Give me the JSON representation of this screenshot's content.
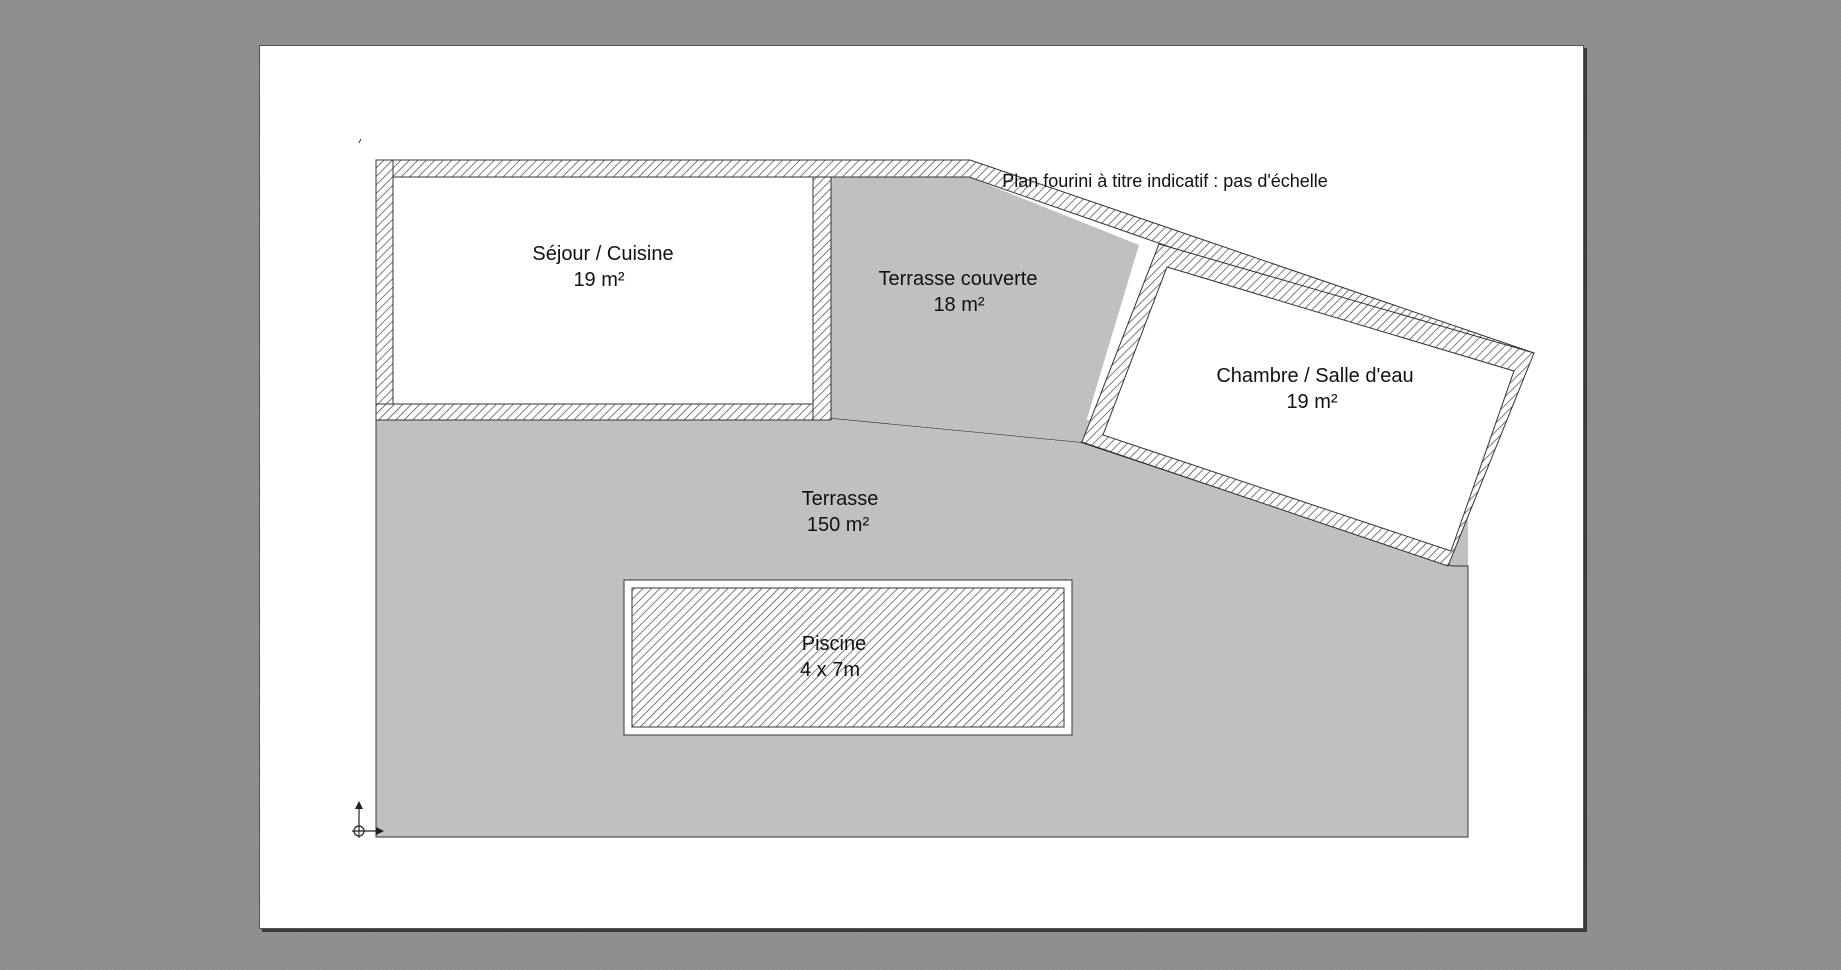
{
  "note": "Plan fourini à titre indicatif : pas d'échelle",
  "rooms": {
    "sejour": {
      "name": "Séjour / Cuisine",
      "area": "19 m²"
    },
    "terrasse_couverte": {
      "name": "Terrasse couverte",
      "area": "18 m²"
    },
    "chambre": {
      "name": "Chambre / Salle d'eau",
      "area": "19 m²"
    },
    "terrasse": {
      "name": "Terrasse",
      "area": "150 m²"
    },
    "piscine": {
      "name": "Piscine",
      "area": "4 x 7m"
    }
  },
  "colors": {
    "background": "#8c8c8c",
    "sheet": "#ffffff",
    "terrace_fill": "#c0c0c0",
    "wall_outline": "#333333",
    "hatch": "#444444"
  },
  "icons": {
    "origin_marker": "origin-crosshair-icon"
  }
}
